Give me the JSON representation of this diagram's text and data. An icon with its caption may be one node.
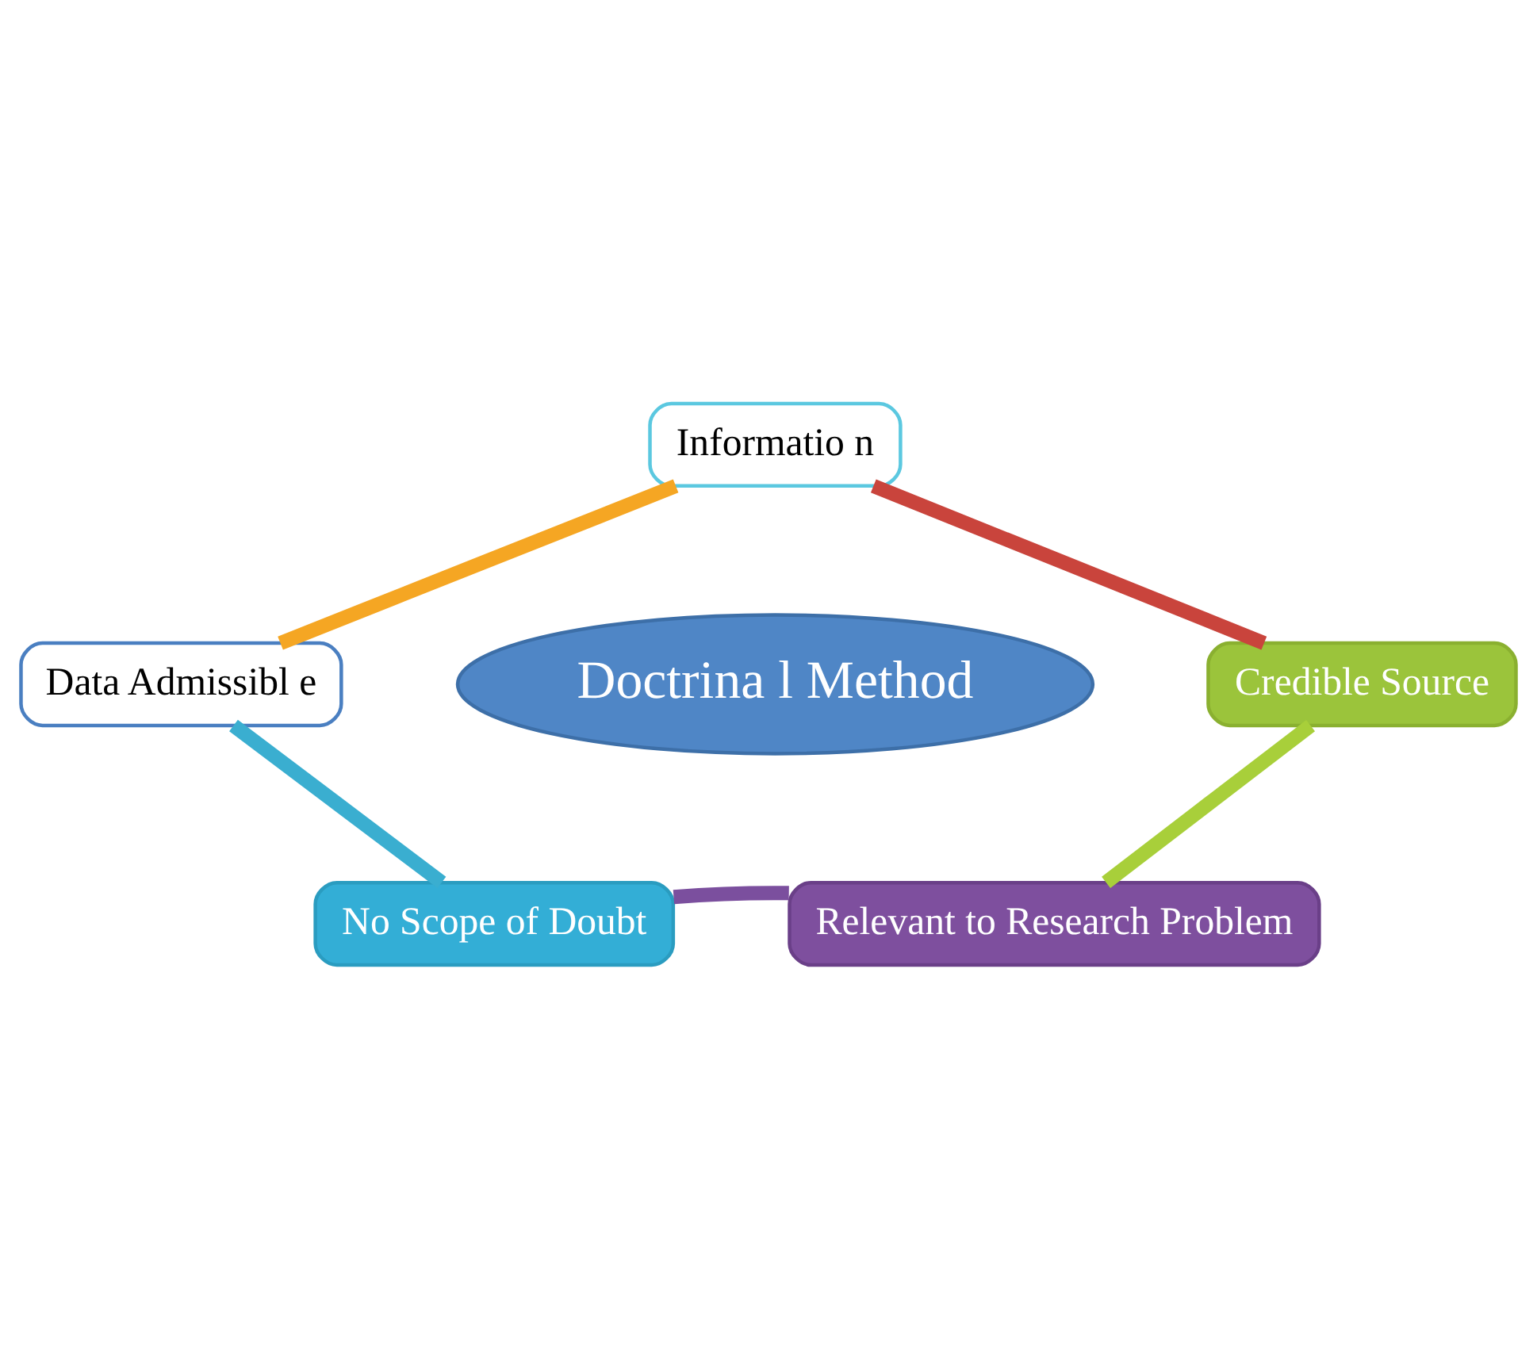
{
  "diagram": {
    "nodes": [
      {
        "text": [
          "Informatio n"
        ]
      },
      {
        "text": [
          "Credible Source"
        ]
      },
      {
        "text": [
          "Relevant to Research Problem"
        ]
      },
      {
        "text": [
          "No Scope of Doubt"
        ]
      },
      {
        "text": [
          "Data Admissibl e"
        ]
      },
      {
        "text": [
          "Doctrina l Method"
        ]
      }
    ],
    "edges": [
      {
        "from": 0,
        "to": 1,
        "arrow": "none",
        "color": "#c9443c"
      },
      {
        "from": 1,
        "to": 2,
        "arrow": "none",
        "color": "#a8cf3a"
      },
      {
        "from": 2,
        "to": 3,
        "arrow": "none",
        "color": "#7b4f9e"
      },
      {
        "from": 3,
        "to": 4,
        "arrow": "none",
        "color": "#3aaed0"
      },
      {
        "from": 4,
        "to": 0,
        "arrow": "none",
        "color": "#f5a623"
      }
    ]
  }
}
